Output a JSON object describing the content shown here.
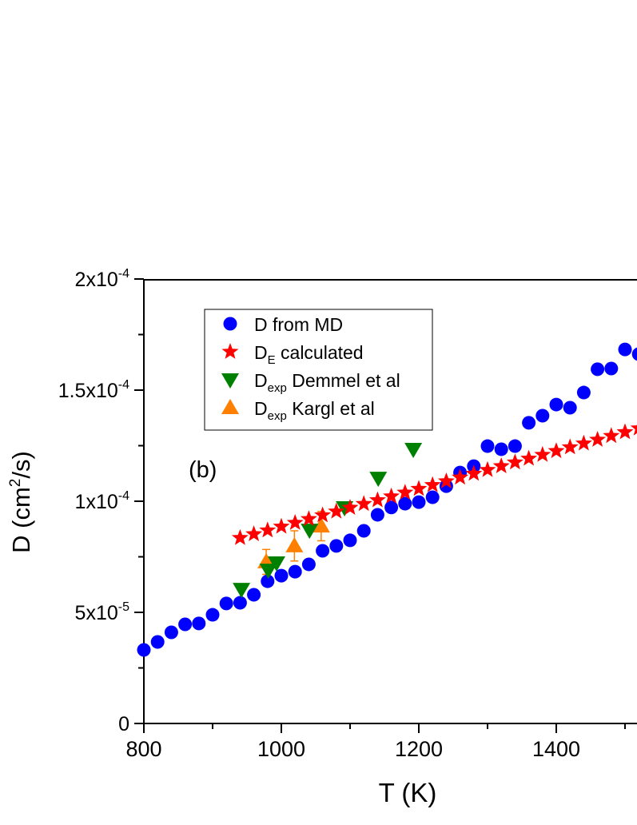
{
  "chart_data": {
    "type": "scatter",
    "panel_label": "(b)",
    "xlabel": "T (K)",
    "ylabel": {
      "main": "D (cm",
      "sup": "2",
      "rest": "/s)"
    },
    "xlim": [
      800,
      1530
    ],
    "ylim": [
      0,
      0.0002
    ],
    "x_ticks": [
      {
        "value": 800,
        "label": "800"
      },
      {
        "value": 1000,
        "label": "1000"
      },
      {
        "value": 1200,
        "label": "1200"
      },
      {
        "value": 1400,
        "label": "1400"
      }
    ],
    "y_ticks": [
      {
        "value": 0,
        "base": "0",
        "exp": ""
      },
      {
        "value": 5e-05,
        "base": "5x10",
        "exp": "-5"
      },
      {
        "value": 0.0001,
        "base": "1x10",
        "exp": "-4"
      },
      {
        "value": 0.00015,
        "base": "1.5x10",
        "exp": "-4"
      },
      {
        "value": 0.0002,
        "base": "2x10",
        "exp": "-4"
      }
    ],
    "grid": false,
    "legend_position": "top-left",
    "series": [
      {
        "label_main": "D from MD",
        "label_sub": "",
        "label_rest": "",
        "marker": "circle",
        "color": "#0000FF",
        "x": [
          800,
          820,
          840,
          860,
          880,
          900,
          920,
          940,
          960,
          980,
          1000,
          1020,
          1040,
          1060,
          1080,
          1100,
          1120,
          1140,
          1160,
          1180,
          1200,
          1220,
          1240,
          1260,
          1280,
          1300,
          1320,
          1340,
          1360,
          1380,
          1400,
          1420,
          1440,
          1460,
          1480,
          1500,
          1520
        ],
        "y": [
          3.31e-05,
          3.67e-05,
          4.1e-05,
          4.46e-05,
          4.5e-05,
          4.89e-05,
          5.4e-05,
          5.43e-05,
          5.79e-05,
          6.4e-05,
          6.65e-05,
          6.83e-05,
          7.16e-05,
          7.77e-05,
          7.99e-05,
          8.24e-05,
          8.67e-05,
          9.39e-05,
          9.72e-05,
          9.89e-05,
          9.96e-05,
          0.0001018,
          0.0001068,
          0.0001129,
          0.0001158,
          0.0001248,
          0.0001234,
          0.0001248,
          0.0001353,
          0.0001385,
          0.0001435,
          0.0001421,
          0.0001489,
          0.0001594,
          0.0001597,
          0.0001683,
          0.0001662
        ]
      },
      {
        "label_main": "D",
        "label_sub": "E",
        "label_rest": " calculated",
        "marker": "star",
        "color": "#FF0000",
        "x": [
          940,
          960,
          980,
          1000,
          1020,
          1040,
          1060,
          1080,
          1100,
          1120,
          1140,
          1160,
          1180,
          1200,
          1220,
          1240,
          1260,
          1280,
          1300,
          1320,
          1340,
          1360,
          1380,
          1400,
          1420,
          1440,
          1460,
          1480,
          1500,
          1520
        ],
        "y": [
          8.35e-05,
          8.52e-05,
          8.69e-05,
          8.86e-05,
          9.03e-05,
          9.2e-05,
          9.37e-05,
          9.54e-05,
          9.71e-05,
          9.88e-05,
          0.0001005,
          0.0001022,
          0.0001039,
          0.0001056,
          0.0001073,
          0.000109,
          0.0001107,
          0.0001124,
          0.0001141,
          0.0001158,
          0.0001175,
          0.0001192,
          0.0001209,
          0.0001226,
          0.0001243,
          0.000126,
          0.0001277,
          0.0001294,
          0.0001311,
          0.0001328
        ]
      },
      {
        "label_main": "D",
        "label_sub": "exp",
        "label_rest": " Demmel et al",
        "marker": "triangle-down",
        "color": "#008000",
        "x": [
          942,
          981,
          993,
          1041,
          1092,
          1141,
          1192
        ],
        "y": [
          6.04e-05,
          6.9e-05,
          7.23e-05,
          8.7e-05,
          9.71e-05,
          0.0001104,
          0.0001234
        ]
      },
      {
        "label_main": "D",
        "label_sub": "exp",
        "label_rest": " Kargl et al",
        "marker": "triangle-up",
        "color": "#FF8000",
        "x": [
          978,
          1019,
          1058
        ],
        "y": [
          7.27e-05,
          7.99e-05,
          8.88e-05
        ],
        "yerr": [
          5.6e-06,
          6.8e-06,
          6.6e-06
        ]
      }
    ]
  }
}
